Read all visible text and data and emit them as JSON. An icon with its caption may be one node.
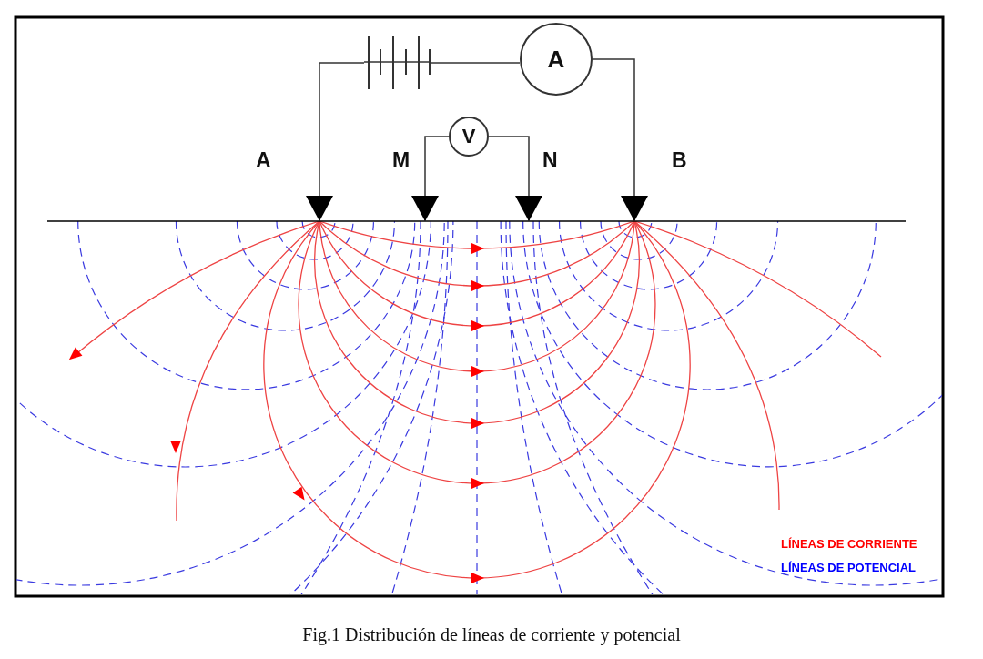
{
  "diagram": {
    "caption": "Fig.1 Distribución de líneas de corriente y potencial",
    "nodes": [
      {
        "text": [],
        "shape": "battery"
      },
      {
        "text": [
          "A"
        ]
      },
      {
        "text": [
          "V"
        ]
      }
    ],
    "edges": [
      {
        "from": 0,
        "to": 1,
        "arrow": "none"
      },
      {
        "from": 0,
        "to": null,
        "arrow": "to"
      },
      {
        "from": 1,
        "to": null,
        "arrow": "to"
      },
      {
        "from": 2,
        "to": null,
        "arrow": "to"
      },
      {
        "from": 2,
        "to": null,
        "arrow": "to"
      }
    ],
    "labels": [
      "A",
      "M",
      "N",
      "B"
    ],
    "legend": [
      {
        "text": "LÍNEAS DE CORRIENTE",
        "color": "#ff0000"
      },
      {
        "text": "LÍNEAS DE POTENCIAL",
        "color": "#0000ff"
      }
    ]
  }
}
